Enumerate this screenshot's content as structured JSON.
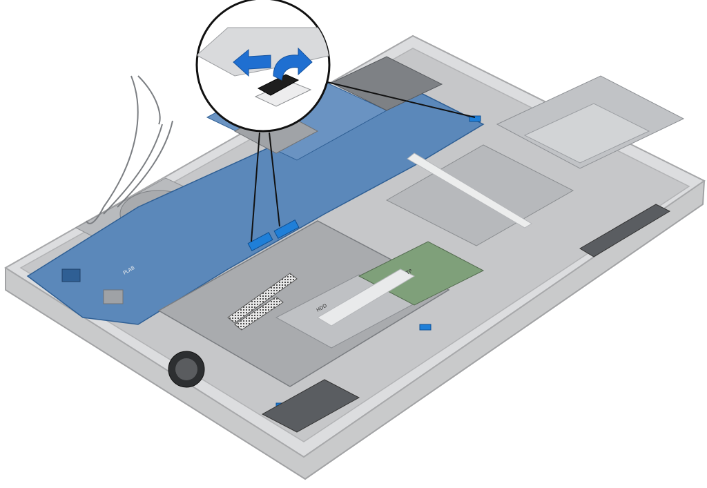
{
  "colors": {
    "background": "#ffffff",
    "chassis": "#cfd0d1",
    "chassis_edge": "#a8a9ab",
    "chassis_top": "#e2e3e4",
    "motherboard": "#5a86b8",
    "board_dark": "#2f5f94",
    "battery": "#b4b6b9",
    "shield": "#8e9195",
    "connector_blue": "#1f7fd8",
    "cable_white": "#e6e8ea",
    "callout_arrow": "#1f6fd1",
    "callout_line": "#111111"
  },
  "icons": {
    "lift_arrow": "arrow-left-icon",
    "flip_arrow": "curved-arrow-icon"
  },
  "board_labels": {
    "speaker_label": "TP",
    "io_label": "HDD",
    "card_label": "PLAB"
  }
}
